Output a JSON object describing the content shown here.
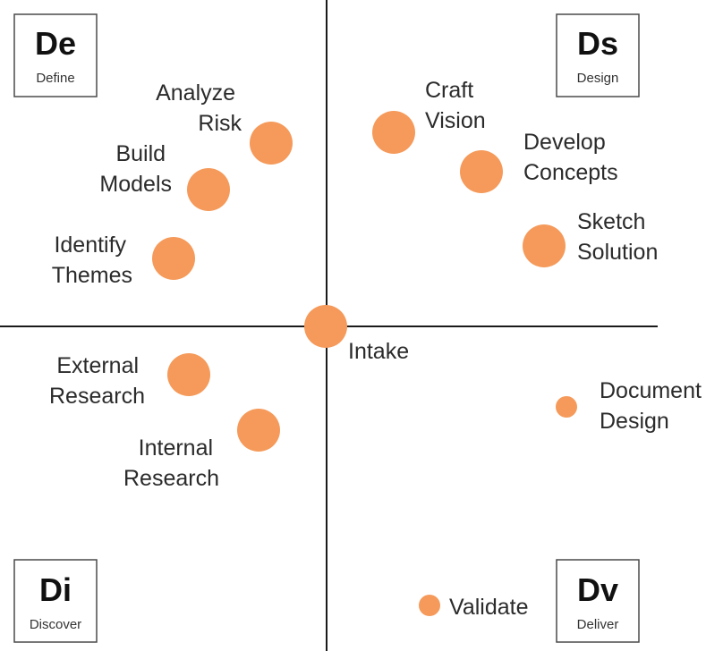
{
  "phases": [
    {
      "code": "De",
      "name": "Define"
    },
    {
      "code": "Ds",
      "name": "Design"
    },
    {
      "code": "Di",
      "name": "Discover"
    },
    {
      "code": "Dv",
      "name": "Deliver"
    }
  ],
  "nodes": [
    {
      "id": "intake",
      "lines": [
        "Intake"
      ]
    },
    {
      "id": "analyze-risk",
      "lines": [
        "Analyze",
        "Risk"
      ]
    },
    {
      "id": "build-models",
      "lines": [
        "Build",
        "Models"
      ]
    },
    {
      "id": "identify-themes",
      "lines": [
        "Identify",
        "Themes"
      ]
    },
    {
      "id": "craft-vision",
      "lines": [
        "Craft",
        "Vision"
      ]
    },
    {
      "id": "develop-concepts",
      "lines": [
        "Develop",
        "Concepts"
      ]
    },
    {
      "id": "sketch-solution",
      "lines": [
        "Sketch",
        "Solution"
      ]
    },
    {
      "id": "external-research",
      "lines": [
        "External",
        "Research"
      ]
    },
    {
      "id": "internal-research",
      "lines": [
        "Internal",
        "Research"
      ]
    },
    {
      "id": "document-design",
      "lines": [
        "Document",
        "Design"
      ]
    },
    {
      "id": "validate",
      "lines": [
        "Validate"
      ]
    }
  ],
  "colors": {
    "node": "#f59a5a",
    "axis": "#1a1a1a",
    "text": "#2b2b2b"
  }
}
